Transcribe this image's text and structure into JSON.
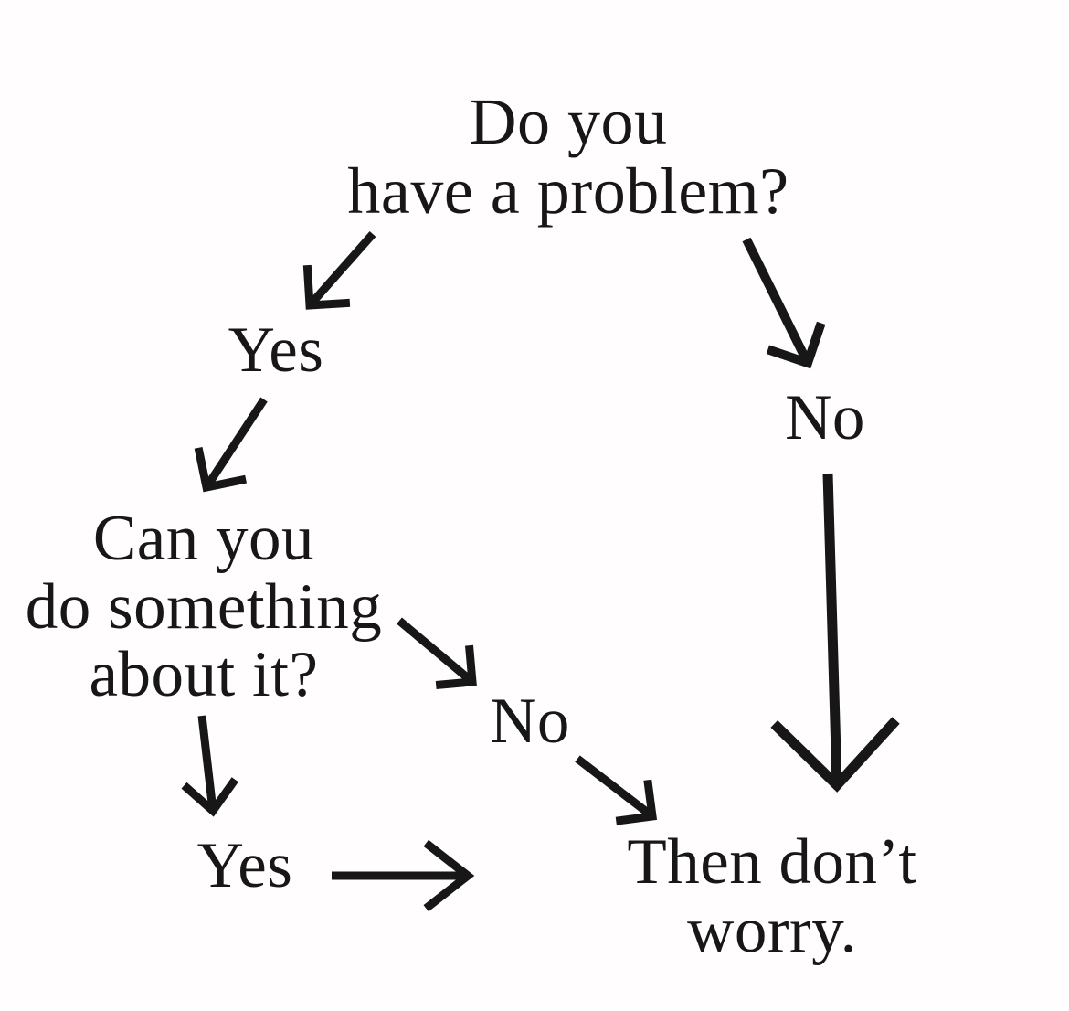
{
  "page": {
    "background_color": "#fffdfd",
    "ink_color": "#171717"
  },
  "flowchart": {
    "nodes": {
      "q_problem": {
        "label": "Do you\nhave a problem?"
      },
      "yes_top": {
        "label": "Yes"
      },
      "q_something": {
        "label": "Can you\ndo something\nabout it?"
      },
      "no_middle": {
        "label": "No"
      },
      "yes_bottom": {
        "label": "Yes"
      },
      "no_right": {
        "label": "No"
      },
      "result": {
        "label": "Then don’t worry."
      }
    },
    "edges": [
      {
        "from": "q_problem",
        "to": "yes_top"
      },
      {
        "from": "q_problem",
        "to": "no_right"
      },
      {
        "from": "yes_top",
        "to": "q_something"
      },
      {
        "from": "q_something",
        "to": "no_middle"
      },
      {
        "from": "q_something",
        "to": "yes_bottom"
      },
      {
        "from": "no_middle",
        "to": "result"
      },
      {
        "from": "yes_bottom",
        "to": "result"
      },
      {
        "from": "no_right",
        "to": "result"
      }
    ]
  }
}
